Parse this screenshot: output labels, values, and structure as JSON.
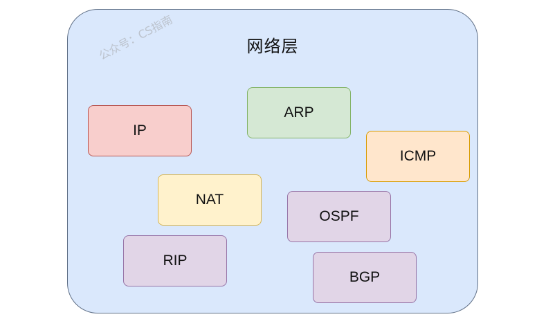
{
  "diagram": {
    "title": "网络层",
    "watermark": "公众号：CS指南",
    "protocols": [
      {
        "id": "ip",
        "label": "IP",
        "fill": "#f8cecc",
        "stroke": "#b85450"
      },
      {
        "id": "arp",
        "label": "ARP",
        "fill": "#d5e8d4",
        "stroke": "#82b366"
      },
      {
        "id": "icmp",
        "label": "ICMP",
        "fill": "#ffe6cc",
        "stroke": "#d79b00"
      },
      {
        "id": "nat",
        "label": "NAT",
        "fill": "#fff2cc",
        "stroke": "#d6b656"
      },
      {
        "id": "ospf",
        "label": "OSPF",
        "fill": "#e1d5e7",
        "stroke": "#9673a6"
      },
      {
        "id": "rip",
        "label": "RIP",
        "fill": "#e1d5e7",
        "stroke": "#9673a6"
      },
      {
        "id": "bgp",
        "label": "BGP",
        "fill": "#e1d5e7",
        "stroke": "#9673a6"
      }
    ],
    "colors": {
      "layer_fill": "#dae8fc",
      "layer_stroke": "#5f6f86"
    }
  }
}
